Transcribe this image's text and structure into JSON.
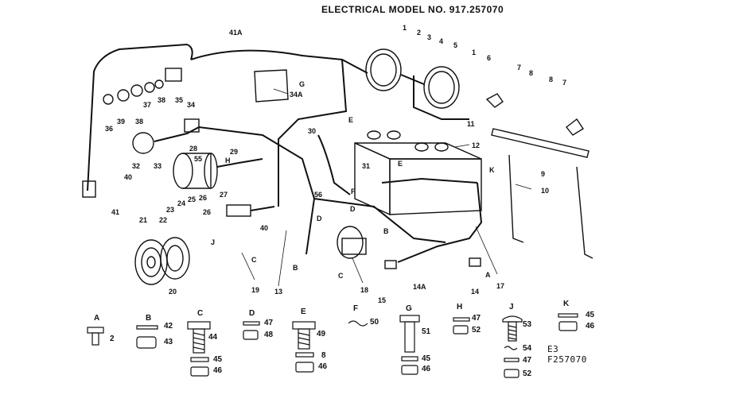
{
  "title": "ELECTRICAL MODEL NO. 917.257070",
  "ref_code": {
    "line1": "E3",
    "line2": "F257070"
  },
  "callouts": [
    {
      "id": "c1a",
      "text": "1"
    },
    {
      "id": "c2",
      "text": "2"
    },
    {
      "id": "c3",
      "text": "3"
    },
    {
      "id": "c4",
      "text": "4"
    },
    {
      "id": "c5",
      "text": "5"
    },
    {
      "id": "c1b",
      "text": "1"
    },
    {
      "id": "c6",
      "text": "6"
    },
    {
      "id": "c7a",
      "text": "7"
    },
    {
      "id": "c8a",
      "text": "8"
    },
    {
      "id": "c8b",
      "text": "8"
    },
    {
      "id": "c7b",
      "text": "7"
    },
    {
      "id": "c41a",
      "text": "41A"
    },
    {
      "id": "cG",
      "text": "G"
    },
    {
      "id": "c34a",
      "text": "34A"
    },
    {
      "id": "c36a",
      "text": "36"
    },
    {
      "id": "c39",
      "text": "39"
    },
    {
      "id": "c38a",
      "text": "38"
    },
    {
      "id": "c37",
      "text": "37"
    },
    {
      "id": "c38b",
      "text": "38"
    },
    {
      "id": "c35",
      "text": "35"
    },
    {
      "id": "c34",
      "text": "34"
    },
    {
      "id": "c11",
      "text": "11"
    },
    {
      "id": "c30",
      "text": "30"
    },
    {
      "id": "cE1",
      "text": "E"
    },
    {
      "id": "c12",
      "text": "12"
    },
    {
      "id": "c28",
      "text": "28"
    },
    {
      "id": "c29",
      "text": "29"
    },
    {
      "id": "c32",
      "text": "32"
    },
    {
      "id": "c33",
      "text": "33"
    },
    {
      "id": "c55",
      "text": "55"
    },
    {
      "id": "cH",
      "text": "H"
    },
    {
      "id": "c31",
      "text": "31"
    },
    {
      "id": "cE2",
      "text": "E"
    },
    {
      "id": "cK",
      "text": "K"
    },
    {
      "id": "c9",
      "text": "9"
    },
    {
      "id": "c40a",
      "text": "40"
    },
    {
      "id": "c10",
      "text": "10"
    },
    {
      "id": "c24",
      "text": "24"
    },
    {
      "id": "c25",
      "text": "25"
    },
    {
      "id": "c26a",
      "text": "26"
    },
    {
      "id": "c27",
      "text": "27"
    },
    {
      "id": "cF",
      "text": "F"
    },
    {
      "id": "c56",
      "text": "56"
    },
    {
      "id": "cD1",
      "text": "D"
    },
    {
      "id": "cD2",
      "text": "D"
    },
    {
      "id": "c41",
      "text": "41"
    },
    {
      "id": "c23",
      "text": "23"
    },
    {
      "id": "c26b",
      "text": "26"
    },
    {
      "id": "c21",
      "text": "21"
    },
    {
      "id": "c22",
      "text": "22"
    },
    {
      "id": "c40b",
      "text": "40"
    },
    {
      "id": "cB1",
      "text": "B"
    },
    {
      "id": "cJ",
      "text": "J"
    },
    {
      "id": "cC1",
      "text": "C"
    },
    {
      "id": "cB2",
      "text": "B"
    },
    {
      "id": "cC2",
      "text": "C"
    },
    {
      "id": "cA",
      "text": "A"
    },
    {
      "id": "c19",
      "text": "19"
    },
    {
      "id": "c13",
      "text": "13"
    },
    {
      "id": "c18",
      "text": "18"
    },
    {
      "id": "c15",
      "text": "15"
    },
    {
      "id": "c14a",
      "text": "14A"
    },
    {
      "id": "c14",
      "text": "14"
    },
    {
      "id": "c17",
      "text": "17"
    },
    {
      "id": "c20",
      "text": "20"
    }
  ],
  "hardware_groups": [
    {
      "letter": "A",
      "parts": [
        "2"
      ]
    },
    {
      "letter": "B",
      "parts": [
        "42",
        "43"
      ]
    },
    {
      "letter": "C",
      "parts": [
        "44",
        "45",
        "46"
      ]
    },
    {
      "letter": "D",
      "parts": [
        "47",
        "48"
      ]
    },
    {
      "letter": "E",
      "parts": [
        "49",
        "8",
        "46"
      ]
    },
    {
      "letter": "F",
      "parts": [
        "50"
      ]
    },
    {
      "letter": "G",
      "parts": [
        "51",
        "45",
        "46"
      ]
    },
    {
      "letter": "H",
      "parts": [
        "47",
        "52"
      ]
    },
    {
      "letter": "J",
      "parts": [
        "53",
        "54",
        "47",
        "52"
      ]
    },
    {
      "letter": "K",
      "parts": [
        "45",
        "46"
      ]
    }
  ]
}
